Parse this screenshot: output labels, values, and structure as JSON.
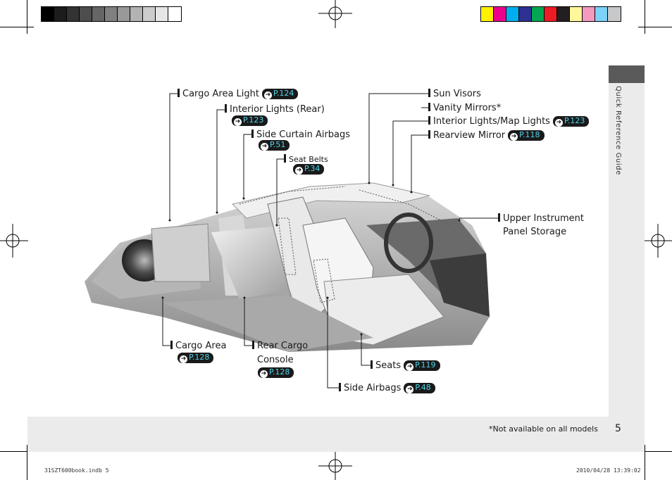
{
  "page": {
    "number": "5",
    "footnote": "*Not available on all models",
    "side_tab": "Quick Reference Guide",
    "slug_left": "31SZT600book.indb   5",
    "slug_right": "2010/04/28   13:39:02"
  },
  "color_bars": {
    "grays": [
      "#000000",
      "#1c1c1c",
      "#333333",
      "#4d4d4d",
      "#666666",
      "#808080",
      "#999999",
      "#b3b3b3",
      "#cccccc",
      "#e6e6e6",
      "#ffffff"
    ],
    "colors": [
      "#fff200",
      "#ec008c",
      "#00aeef",
      "#2e3192",
      "#00a651",
      "#ed1c24",
      "#231f20",
      "#fff799",
      "#f49ac1",
      "#7dd3f7",
      "#c7c8ca"
    ]
  },
  "callouts": {
    "cargo_area_light": {
      "label": "Cargo Area Light",
      "ref": "P.124"
    },
    "interior_lights_rear": {
      "label": "Interior Lights (Rear)",
      "ref": "P.123"
    },
    "side_curtain_airbags": {
      "label": "Side Curtain Airbags",
      "ref": "P.51"
    },
    "seat_belts": {
      "label": "Seat Belts",
      "ref": "P.34"
    },
    "sun_visors": {
      "label": "Sun Visors"
    },
    "vanity_mirrors": {
      "label": "Vanity Mirrors*"
    },
    "interior_map_lights": {
      "label": "Interior Lights/Map Lights",
      "ref": "P.123"
    },
    "rearview_mirror": {
      "label": "Rearview Mirror",
      "ref": "P.118"
    },
    "upper_instrument": {
      "line1": "Upper Instrument",
      "line2": "Panel Storage"
    },
    "cargo_area": {
      "label": "Cargo Area",
      "ref": "P.128"
    },
    "rear_cargo_console": {
      "line1": "Rear Cargo",
      "line2": "Console",
      "ref": "P.128"
    },
    "seats": {
      "label": "Seats",
      "ref": "P.119"
    },
    "side_airbags": {
      "label": "Side Airbags",
      "ref": "P.48"
    }
  }
}
